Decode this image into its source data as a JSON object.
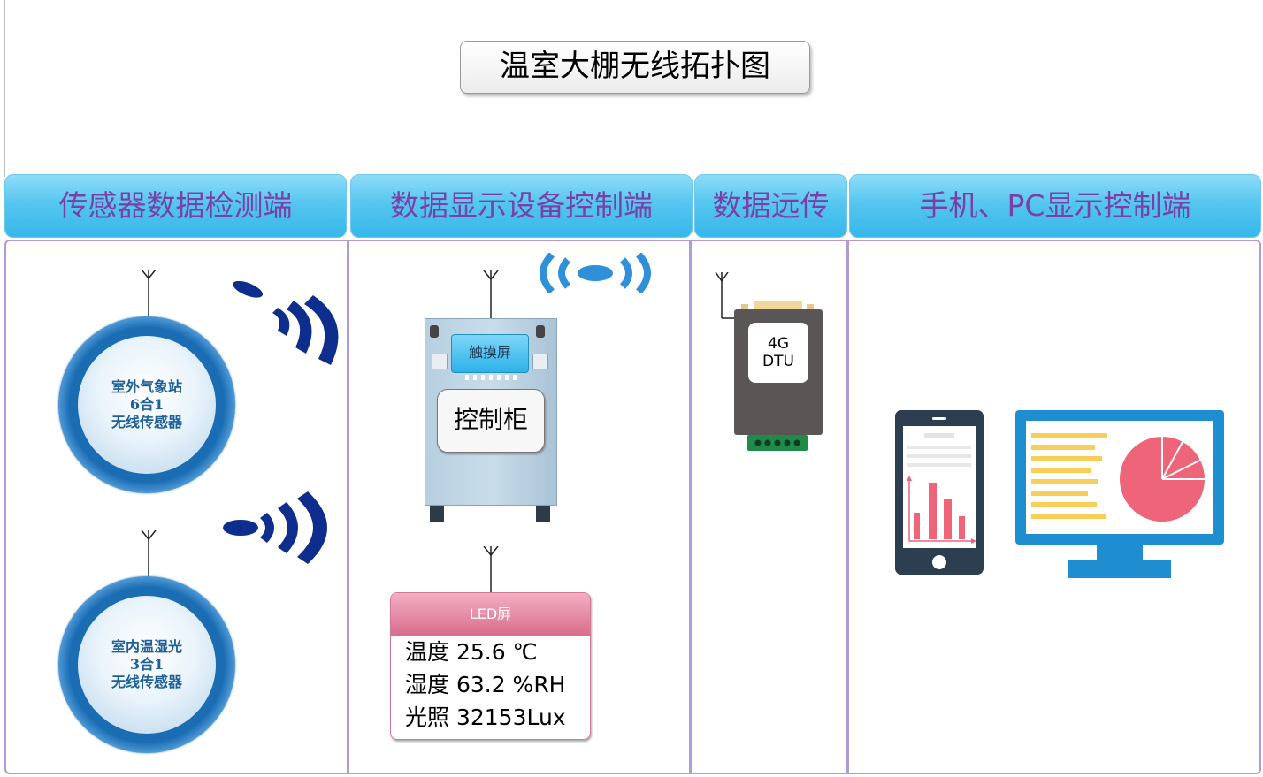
{
  "title": "温室大棚无线拓扑图",
  "columns": [
    {
      "label": "传感器数据检测端"
    },
    {
      "label": "数据显示设备控制端"
    },
    {
      "label": "数据远传"
    },
    {
      "label": "手机、PC显示控制端"
    }
  ],
  "sensors": [
    {
      "line1": "室外气象站",
      "line2": "6合1",
      "line3": "无线传感器"
    },
    {
      "line1": "室内温湿光",
      "line2": "3合1",
      "line3": "无线传感器"
    }
  ],
  "cabinet": {
    "touch_label": "触摸屏",
    "label": "控制柜"
  },
  "led": {
    "header": "LED屏",
    "lines": [
      "温度 25.6 ℃",
      "湿度 63.2 %RH",
      "光照 32153Lux"
    ]
  },
  "dtu": {
    "line1": "4G",
    "line2": "DTU"
  },
  "colors": {
    "header_gradient": "#55c6f0",
    "header_text": "#7b3fa8",
    "panel_border": "#b39ad6",
    "wave_blue": "#0d2e8c",
    "phone_frame": "#2c3e50",
    "monitor_frame": "#1f8ed0",
    "chart_pink": "#ee6479",
    "chart_yellow": "#f7cf58"
  },
  "icons": [
    "antenna-icon",
    "wireless-wave-icon",
    "smartphone-icon",
    "monitor-icon",
    "pie-chart-icon",
    "bar-chart-icon"
  ]
}
